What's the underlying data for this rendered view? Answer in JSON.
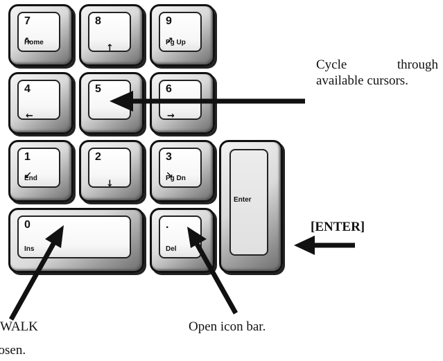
{
  "keypad": {
    "key7": {
      "main": "7",
      "sub": "Home",
      "icon": "↖"
    },
    "key8": {
      "main": "8",
      "icon": "↑"
    },
    "key9": {
      "main": "9",
      "sub": "Pg Up",
      "icon": "↗"
    },
    "key4": {
      "main": "4",
      "icon": "←"
    },
    "key5": {
      "main": "5"
    },
    "key6": {
      "main": "6",
      "icon": "→"
    },
    "key1": {
      "main": "1",
      "sub": "End",
      "icon": "↙"
    },
    "key2": {
      "main": "2",
      "icon": "↓"
    },
    "key3": {
      "main": "3",
      "sub": "Pg Dn",
      "icon": "↘"
    },
    "key0": {
      "main": "0",
      "sub": "Ins"
    },
    "keyDot": {
      "main": ".",
      "sub": "Del"
    },
    "enter": {
      "label": "Enter"
    }
  },
  "callouts": {
    "cycle": "Cycle through available cursors.",
    "enter": "[ENTER]",
    "icon_bar": "Open icon bar.",
    "walk_line1": "WALK",
    "walk_line2": "hosen."
  },
  "icons": {
    "arrow_color": "#111111",
    "key_face": "#ffffff",
    "enter_face": "#e6e6e6"
  }
}
